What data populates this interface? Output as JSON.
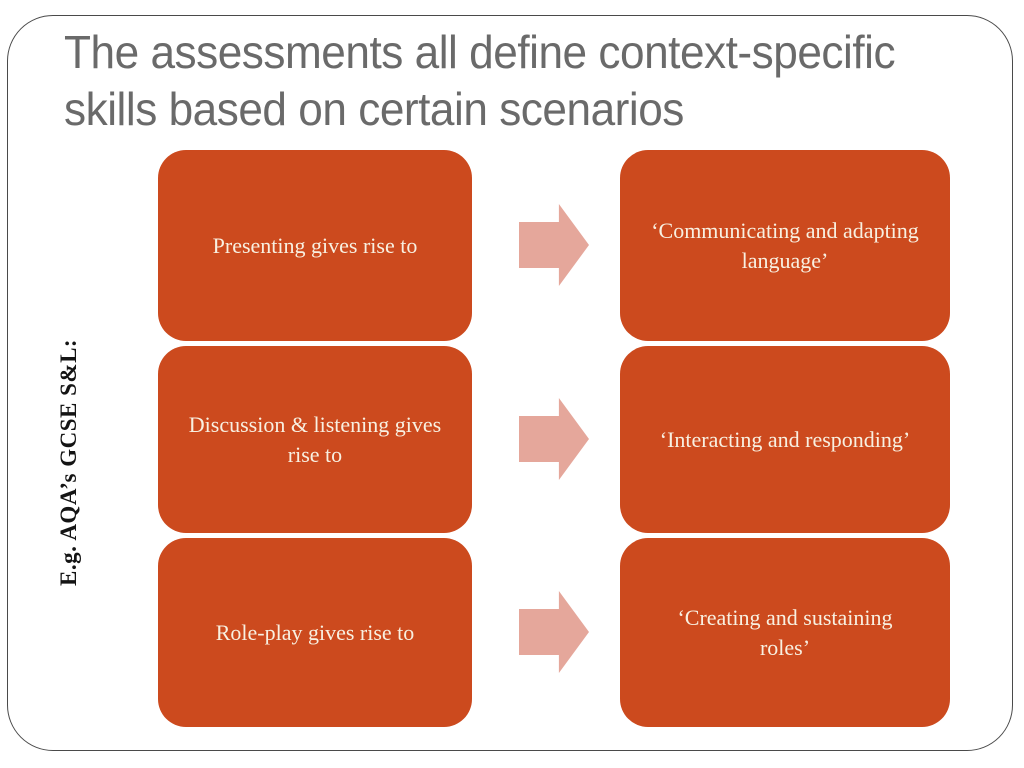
{
  "slide": {
    "title_lines": [
      "The assessments all define context-specific",
      "skills based on certain scenarios"
    ],
    "side_label": "E.g. AQA’s GCSE S&L:"
  },
  "diagram": {
    "rows": [
      {
        "source_label": "Presenting gives rise to",
        "source_lines": [
          "Presenting gives rise to"
        ],
        "result_label": "‘Communicating and adapting language’",
        "result_lines": [
          "‘Communicating and adapting",
          "language’"
        ]
      },
      {
        "source_label": "Discussion & listening gives rise to",
        "source_lines": [
          "Discussion & listening gives",
          "rise to"
        ],
        "result_label": "‘Interacting and responding’",
        "result_lines": [
          "‘Interacting and responding’"
        ]
      },
      {
        "source_label": "Role-play gives rise to",
        "source_lines": [
          "Role-play gives rise to"
        ],
        "result_label": "‘Creating and sustaining roles’",
        "result_lines": [
          "‘Creating and sustaining",
          "roles’"
        ]
      }
    ]
  },
  "icons": {
    "arrow": "right-block-arrow"
  },
  "colors": {
    "box_fill": "#cc4a1e",
    "arrow_fill": "#e5a79b",
    "title_text": "#6a6a6a",
    "box_text": "#f8f0e1",
    "side_label_text": "#141414",
    "slide_border": "#4a4a4a"
  }
}
